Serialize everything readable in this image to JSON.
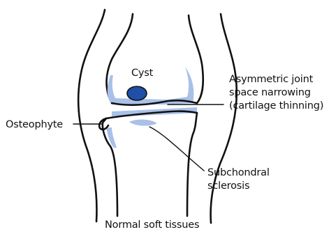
{
  "labels": {
    "cyst": "Cyst",
    "asymmetric_line1": "Asymmetric joint",
    "asymmetric_line2": "space narrowing",
    "asymmetric_line3": "(cartilage thinning)",
    "osteophyte": "Osteophyte",
    "subchondral_line1": "Subchondral",
    "subchondral_line2": "sclerosis",
    "soft_tissue": "Normal soft tissues"
  },
  "colors": {
    "ink": "#111111",
    "sclerosis_fill": "#a9c0e8",
    "cyst_fill": "#1f4fa8"
  }
}
